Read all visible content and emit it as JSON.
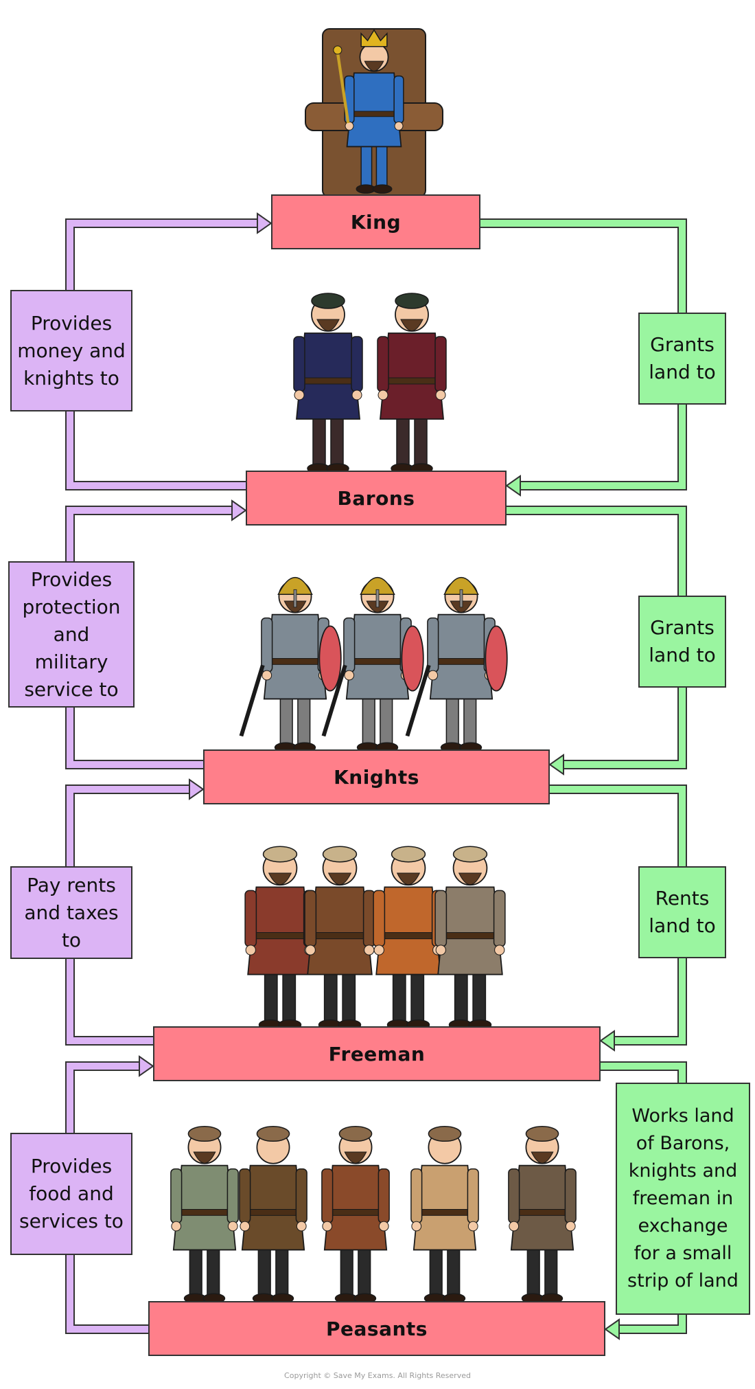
{
  "colors": {
    "tier_fill": "#ff7f8a",
    "purple_arrow": "#dcb4f5",
    "green_arrow": "#9af5a0",
    "border": "#333333"
  },
  "tiers": [
    {
      "id": "king",
      "label": "King",
      "figures": 1,
      "figure_role": "king"
    },
    {
      "id": "barons",
      "label": "Barons",
      "figures": 2,
      "figure_role": "noble"
    },
    {
      "id": "knights",
      "label": "Knights",
      "figures": 3,
      "figure_role": "knight"
    },
    {
      "id": "freeman",
      "label": "Freeman",
      "figures": 4,
      "figure_role": "freeman"
    },
    {
      "id": "peasants",
      "label": "Peasants",
      "figures": 5,
      "figure_role": "peasant"
    }
  ],
  "upward_notes": [
    "Provides money and knights to",
    "Provides protection and military service to",
    "Pay rents and taxes to",
    "Provides food and services to"
  ],
  "downward_notes": [
    "Grants land to",
    "Grants land to",
    "Rents land to",
    "Works land of Barons, knights and freeman in exchange for a small strip of land"
  ],
  "footer": "Copyright © Save My Exams. All Rights Reserved"
}
